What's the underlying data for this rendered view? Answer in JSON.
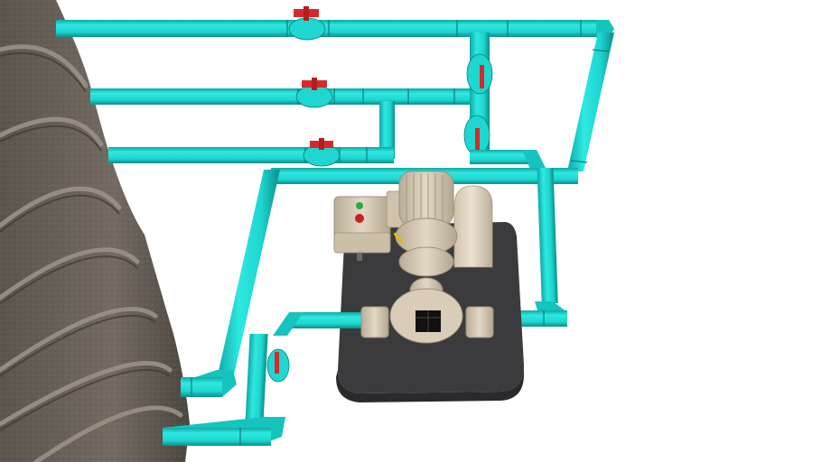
{
  "scene": {
    "description": "3D render of a water pump system connected to a ribbed concrete tank via cyan PVC piping with red ball valves",
    "background": "#ffffff",
    "colors": {
      "pipe": "#1fd6d0",
      "pipe_dark": "#0fa8a4",
      "pipe_edge": "#0a7f7c",
      "valve_handle": "#d62a2a",
      "tank": "#6b645c",
      "tank_ridge": "#8a8278",
      "equipment": "#d9cdb8",
      "equipment_shadow": "#b3a68f",
      "base_plate": "#3b3b3d",
      "button_green": "#2aa84a",
      "button_red": "#c82020"
    },
    "components": {
      "tank": "concrete-tank",
      "motor": "electric-motor",
      "pump": "centrifugal-pump",
      "pressure_vessel": "pressure-tank",
      "control_box": "control-box",
      "base": "base-plate",
      "valves": [
        "valve-top-line",
        "valve-middle-line",
        "valve-lower-line",
        "valve-vertical-upper",
        "valve-vertical-lower",
        "valve-suction"
      ]
    }
  }
}
